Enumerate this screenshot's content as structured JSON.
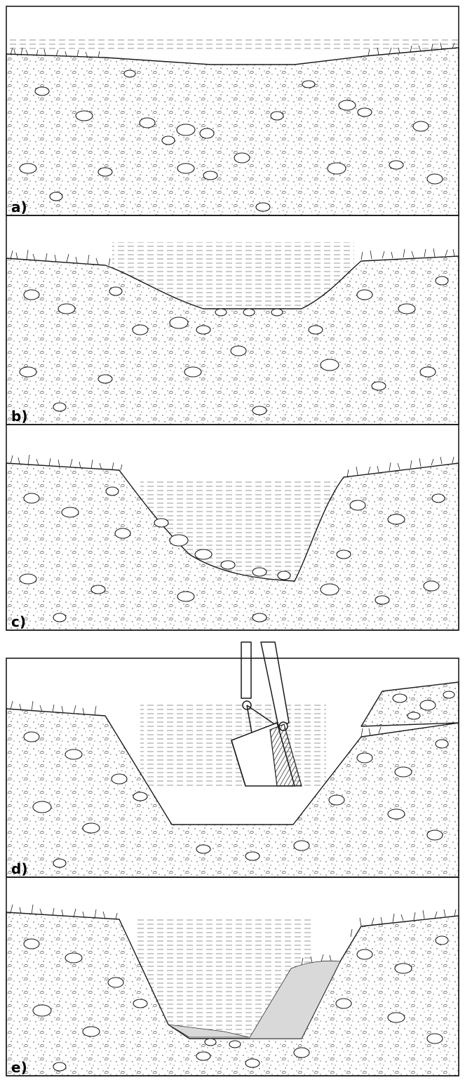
{
  "panels": [
    {
      "id": "a",
      "label": "a)"
    },
    {
      "id": "b",
      "label": "b)"
    },
    {
      "id": "c",
      "label": "c)"
    },
    {
      "id": "d",
      "label": "d)"
    },
    {
      "id": "e",
      "label": "e)"
    }
  ]
}
